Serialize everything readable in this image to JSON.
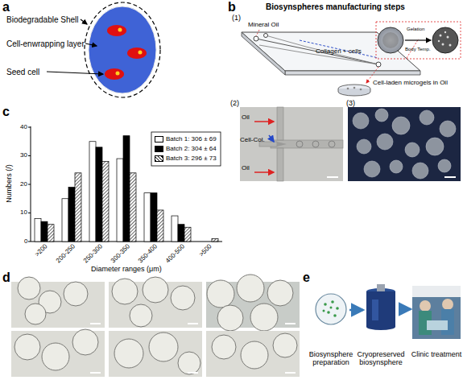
{
  "diagram": {
    "nodes": [
      {
        "text": [
          "Biosynsphere preparation"
        ]
      },
      {
        "text": [
          "Cryopreserved biosynsphere"
        ]
      },
      {
        "text": [
          "Clinic treatment"
        ]
      }
    ],
    "edges": [
      {
        "from": 0,
        "to": 1,
        "arrow": "to"
      },
      {
        "from": 1,
        "to": 2,
        "arrow": "to"
      }
    ],
    "labels": [
      "a",
      "Biodegradable Shell",
      "Cell-enwrapping layer",
      "Seed cell",
      "b",
      "Biosynspheres manufacturing steps",
      "(1)",
      "Mineral Oil",
      "Collagen + cells",
      "Gelation",
      "Body Temp.",
      "Cell-laden microgels in Oil",
      "(2)",
      "Oil",
      "Cell-Col.",
      "Oil",
      "(3)",
      "c",
      "Numbers (/)",
      "0",
      "10",
      "20",
      "30",
      "40",
      ">200",
      "200-250",
      "250-300",
      "300-350",
      "350-400",
      "400-500",
      ">500",
      "Diameter ranges (μm)",
      "d",
      "e"
    ],
    "legend": [
      {
        "text": "Batch 1: 306 ± 69",
        "color": "#ffffff"
      },
      {
        "text": "Batch 2: 304 ± 64",
        "color": "#000000"
      },
      {
        "text": "Batch 3: 296 ± 73"
      }
    ]
  }
}
